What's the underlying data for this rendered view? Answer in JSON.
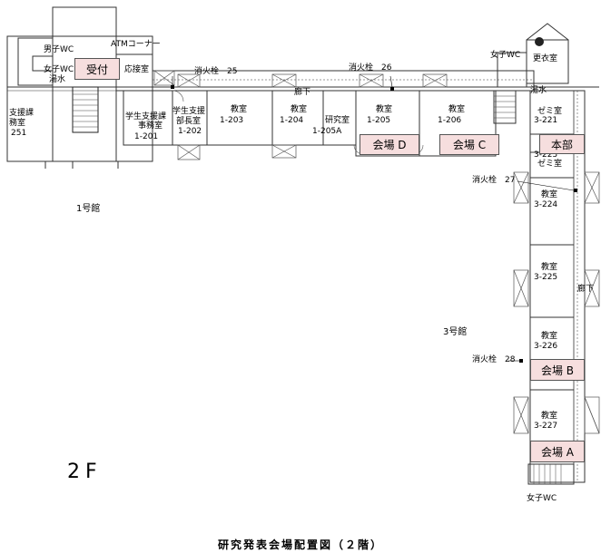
{
  "floor_label": "2F",
  "caption": "研究発表会場配置図（２階）",
  "buildings": {
    "b1": "1号館",
    "b3": "3号館"
  },
  "venues": {
    "reception": "受付",
    "venue_d": "会場 D",
    "venue_c": "会場 C",
    "headquarters": "本部",
    "venue_b": "会場 B",
    "venue_a": "会場 A"
  },
  "rooms": {
    "atm": "ATMコーナー",
    "men_wc": "男子WC",
    "women_wc_top": "女子WC",
    "water1": "湯水",
    "reception_room": "応接室",
    "support_sect": "支援課",
    "support_sect_room": "務室",
    "r251": "251",
    "student_office_a": "学生支援課",
    "student_office_b": "事務室",
    "r1201": "1-201",
    "student_head_a": "学生支援",
    "student_head_b": "部長室",
    "r1202": "1-202",
    "classroom": "教室",
    "r1203": "1-203",
    "r1204": "1-204",
    "research": "研究室",
    "r1205a": "1-205A",
    "r1205": "1-205",
    "r1206": "1-206",
    "women_wc_right": "女子WC",
    "changing": "更衣室",
    "water2": "湯水",
    "seminar": "ゼミ室",
    "r3221": "3-221",
    "r3223": "3-223",
    "r3224": "3-224",
    "r3225": "3-225",
    "r3226": "3-226",
    "r3227": "3-227",
    "women_wc_bottom": "女子WC",
    "corridor": "廊下",
    "corridor2": "廊下"
  },
  "hydrants": {
    "h25": "消火栓　25",
    "h26": "消火栓　26",
    "h27": "消火栓　27",
    "h28": "消火栓　28"
  }
}
